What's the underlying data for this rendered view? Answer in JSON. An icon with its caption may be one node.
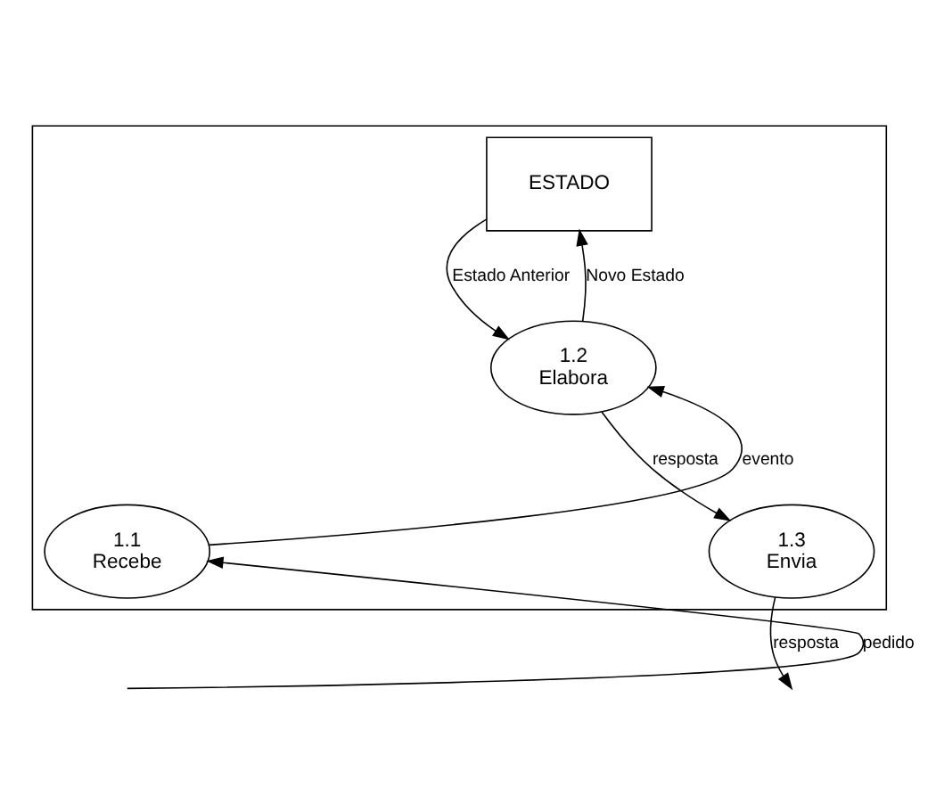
{
  "diagram": {
    "nodes": [
      {
        "text": [],
        "shape": "box"
      },
      {
        "text": [
          "ESTADO"
        ],
        "in": 0
      },
      {
        "text": [
          "1.2",
          "Elabora"
        ],
        "in": 0
      },
      {
        "text": [
          "1.1",
          "Recebe"
        ],
        "in": 0
      },
      {
        "text": [
          "1.3",
          "Envia"
        ],
        "in": 0
      }
    ],
    "edges": [
      {
        "from": 1,
        "to": 2,
        "arrow": "to",
        "label": "Estado Anterior"
      },
      {
        "from": 2,
        "to": 1,
        "arrow": "to",
        "label": "Novo Estado"
      },
      {
        "from": 3,
        "to": 2,
        "arrow": "to",
        "label": "evento"
      },
      {
        "from": 2,
        "to": 4,
        "arrow": "to",
        "label": "resposta"
      },
      {
        "from": null,
        "to": 3,
        "arrow": "to",
        "label": "pedido"
      },
      {
        "from": 4,
        "to": null,
        "arrow": "to",
        "label": "resposta"
      }
    ]
  }
}
